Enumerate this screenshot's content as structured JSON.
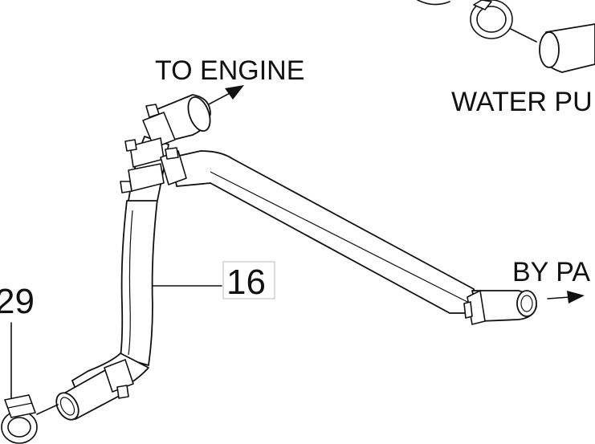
{
  "labels": {
    "to_engine": "TO ENGINE",
    "water_pump": "WATER PU",
    "bypass": "BY PA",
    "part_16": "16",
    "part_29": "29"
  },
  "colors": {
    "ink": "#111111",
    "background": "#ffffff",
    "callout_border": "#bbbbbb"
  }
}
